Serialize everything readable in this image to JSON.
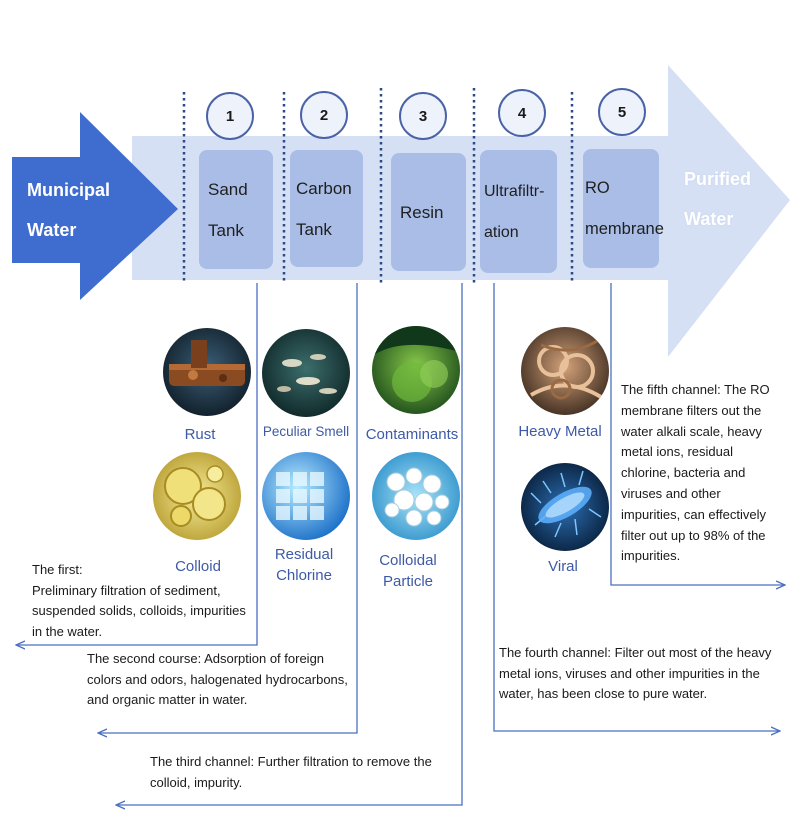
{
  "source_label": "Municipal\nWater",
  "output_label": "Purified\nWater",
  "stages": [
    {
      "num": "1",
      "label": "Sand\nTank"
    },
    {
      "num": "2",
      "label": "Carbon\nTank"
    },
    {
      "num": "3",
      "label": "Resin"
    },
    {
      "num": "4",
      "label": "Ultrafiltr-\nation"
    },
    {
      "num": "5",
      "label": "RO\nmembrane"
    }
  ],
  "impurities": [
    {
      "label": "Rust",
      "icon": "rust-pipe-icon"
    },
    {
      "label": "Colloid",
      "icon": "colloid-bubbles-icon"
    },
    {
      "label": "Peculiar Smell",
      "icon": "peculiar-smell-icon"
    },
    {
      "label": "Residual\nChlorine",
      "icon": "chlorine-crystal-icon"
    },
    {
      "label": "Contaminants",
      "icon": "contaminants-moss-icon"
    },
    {
      "label": "Colloidal\nParticle",
      "icon": "colloidal-particle-icon"
    },
    {
      "label": "Heavy Metal",
      "icon": "heavy-metal-icon"
    },
    {
      "label": "Viral",
      "icon": "virus-icon"
    }
  ],
  "notes": {
    "first": "The first:\nPreliminary filtration of sediment, suspended solids, colloids, impurities in the water.",
    "second": "The second course: Adsorption of foreign colors and odors, halogenated hydrocarbons, and organic matter in water.",
    "third": "The third channel: Further filtration to remove the colloid, impurity.",
    "fourth": "The fourth channel: Filter out most of the heavy metal ions, viruses and other impurities in the water, has been close to pure water.",
    "fifth": "The fifth channel: The RO membrane filters out the water alkali scale, heavy metal ions, residual chlorine, bacteria and viruses and other impurities, can effectively filter out up to 98% of the impurities."
  },
  "colors": {
    "main_arrow": "#d6e0f4",
    "source_arrow": "#3f6dcf",
    "stage_box": "#a9bde6",
    "label_blue": "#3e5aa6",
    "connector": "#4a6fbf"
  }
}
